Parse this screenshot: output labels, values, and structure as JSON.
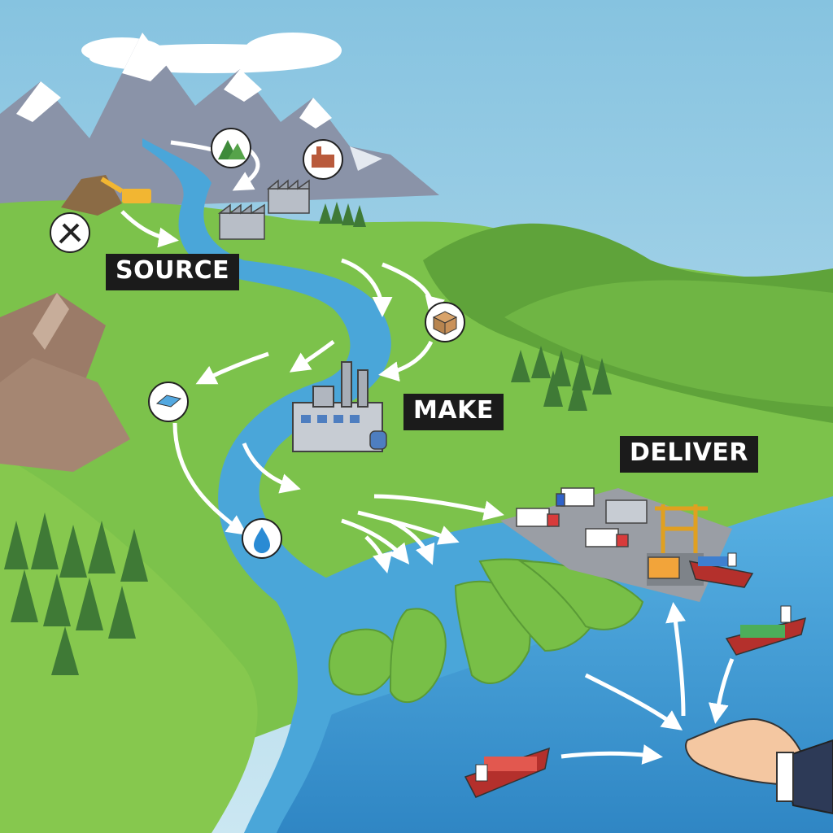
{
  "stages": {
    "source": "SOURCE",
    "make": "MAKE",
    "deliver": "DELIVER"
  },
  "icons": [
    "mining-tools-icon",
    "mountains-icon",
    "factory-icon",
    "package-box-icon",
    "ingot-icon",
    "water-drop-icon"
  ],
  "colors": {
    "sky": "#a9d6ea",
    "river": "#4aa6d9",
    "grass": "#74bf45",
    "label_bg": "#1b1b1b",
    "label_text": "#ffffff",
    "arrow": "#ffffff"
  }
}
